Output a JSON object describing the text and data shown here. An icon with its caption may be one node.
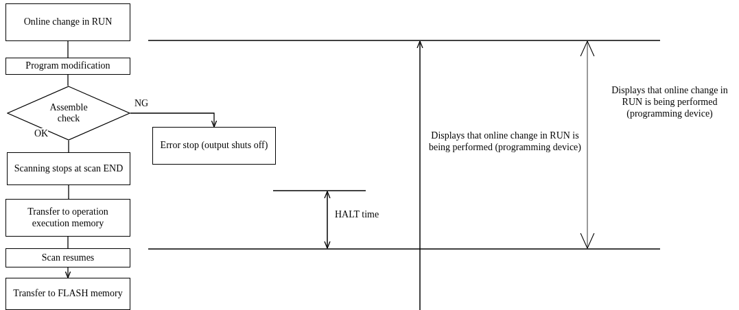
{
  "diagram": {
    "nodes": [
      {
        "text": [
          "Online change in RUN"
        ]
      },
      {
        "text": [
          "Program modification"
        ]
      },
      {
        "text": [
          "Assemble check"
        ]
      },
      {
        "text": [
          "Error stop (output shuts off)"
        ]
      },
      {
        "text": [
          "Scanning stops at scan END"
        ]
      },
      {
        "text": [
          "Transfer to operation execution memory"
        ]
      },
      {
        "text": [
          "Scan resumes"
        ]
      },
      {
        "text": [
          "Transfer to FLASH memory"
        ]
      }
    ],
    "edges": [
      {
        "from": 0,
        "to": 1,
        "arrow": "none"
      },
      {
        "from": 1,
        "to": 2,
        "arrow": "none"
      },
      {
        "from": 2,
        "to": 3,
        "arrow": "to",
        "label": "NG"
      },
      {
        "from": 2,
        "to": 4,
        "arrow": "none",
        "label": "OK"
      },
      {
        "from": 4,
        "to": 5,
        "arrow": "none"
      },
      {
        "from": 5,
        "to": 6,
        "arrow": "none"
      },
      {
        "from": 6,
        "to": 7,
        "arrow": "to"
      }
    ],
    "labels": [
      "Displays that online change in RUN is being performed (programming device)",
      "HALT time",
      "Displays that online change in RUN is being performed (programming device)"
    ]
  }
}
